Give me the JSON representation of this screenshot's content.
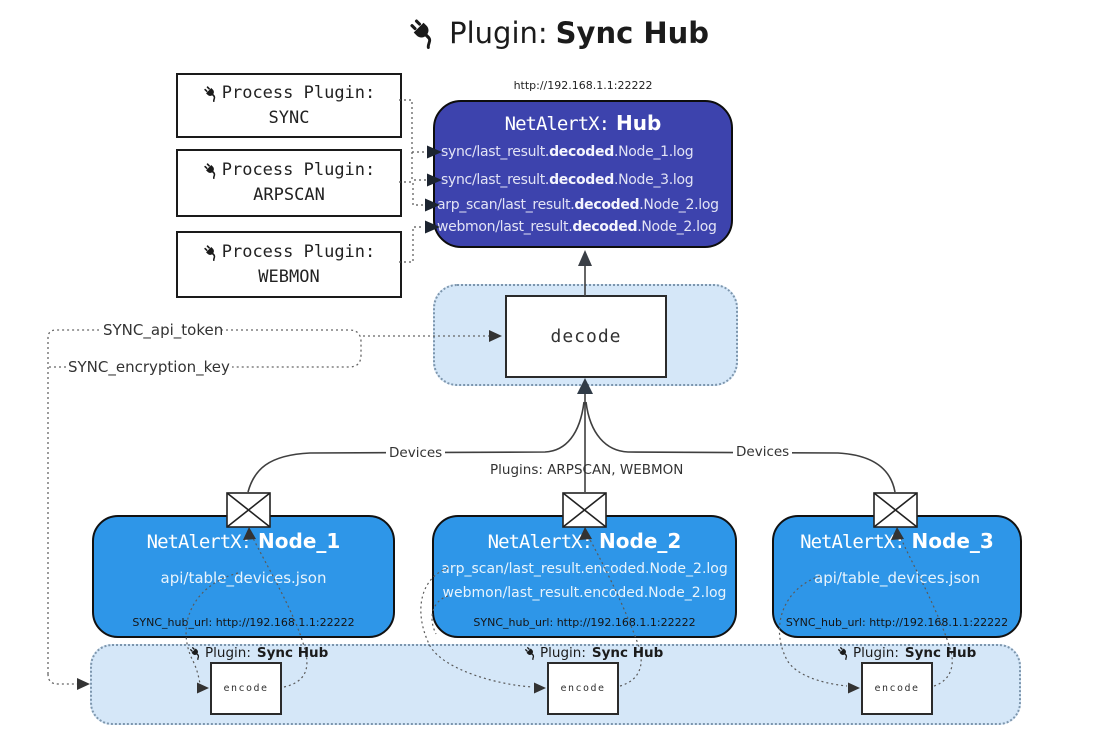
{
  "title": {
    "prefix": "Plugin:",
    "name": "Sync Hub"
  },
  "process_plugins": [
    {
      "label": "Process Plugin:",
      "name": "SYNC"
    },
    {
      "label": "Process Plugin:",
      "name": "ARPSCAN"
    },
    {
      "label": "Process Plugin:",
      "name": "WEBMON"
    }
  ],
  "hub": {
    "url": "http://192.168.1.1:22222",
    "title_prefix": "NetAlertX:",
    "title_name": "Hub",
    "log_lines": [
      {
        "pre": "sync/last_result.",
        "bold": "decoded",
        "post": ".Node_1.log"
      },
      {
        "pre": "sync/last_result.",
        "bold": "decoded",
        "post": ".Node_3.log"
      },
      {
        "pre": "arp_scan/last_result.",
        "bold": "decoded",
        "post": ".Node_2.log"
      },
      {
        "pre": "webmon/last_result.",
        "bold": "decoded",
        "post": ".Node_2.log"
      }
    ]
  },
  "decode": {
    "label": "decode"
  },
  "config": {
    "api_token": "SYNC_api_token",
    "encryption_key": "SYNC_encryption_key"
  },
  "edges": {
    "devices_left": "Devices",
    "plugins_center": "Plugins: ARPSCAN, WEBMON",
    "devices_right": "Devices"
  },
  "nodes": [
    {
      "title_prefix": "NetAlertX:",
      "title_name": "Node_1",
      "files": [
        "api/table_devices.json"
      ],
      "hub_url": "SYNC_hub_url: http://192.168.1.1:22222"
    },
    {
      "title_prefix": "NetAlertX:",
      "title_name": "Node_2",
      "files": [
        "arp_scan/last_result.encoded.Node_2.log",
        "webmon/last_result.encoded.Node_2.log"
      ],
      "hub_url": "SYNC_hub_url: http://192.168.1.1:22222"
    },
    {
      "title_prefix": "NetAlertX:",
      "title_name": "Node_3",
      "files": [
        "api/table_devices.json"
      ],
      "hub_url": "SYNC_hub_url: http://192.168.1.1:22222"
    }
  ],
  "encoders": [
    {
      "label_prefix": "Plugin:",
      "label_name": "Sync Hub",
      "box_label": "encode"
    },
    {
      "label_prefix": "Plugin:",
      "label_name": "Sync Hub",
      "box_label": "encode"
    },
    {
      "label_prefix": "Plugin:",
      "label_name": "Sync Hub",
      "box_label": "encode"
    }
  ],
  "colors": {
    "hub_fill": "#3d43ad",
    "node_fill": "#2e96e8",
    "panel_fill": "#d5e7f8",
    "line": "#3f3f3f"
  }
}
